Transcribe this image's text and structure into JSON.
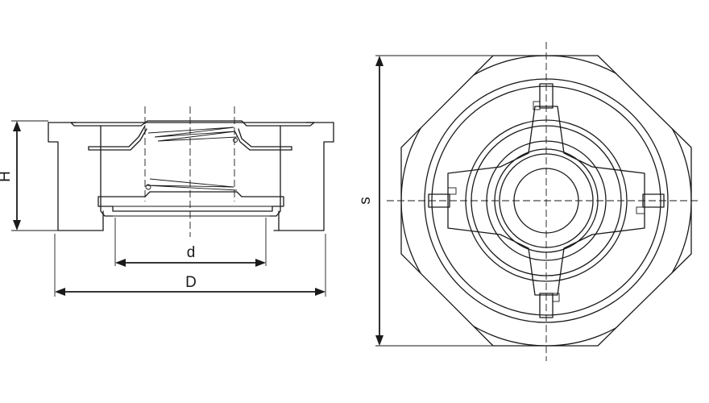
{
  "drawing": {
    "side_view": {
      "label_height": "H",
      "label_inner_diameter": "d",
      "label_outer_diameter": "D"
    },
    "front_view": {
      "label_square": "s"
    }
  },
  "colors": {
    "line": "#1a1a1a",
    "background": "#ffffff"
  }
}
